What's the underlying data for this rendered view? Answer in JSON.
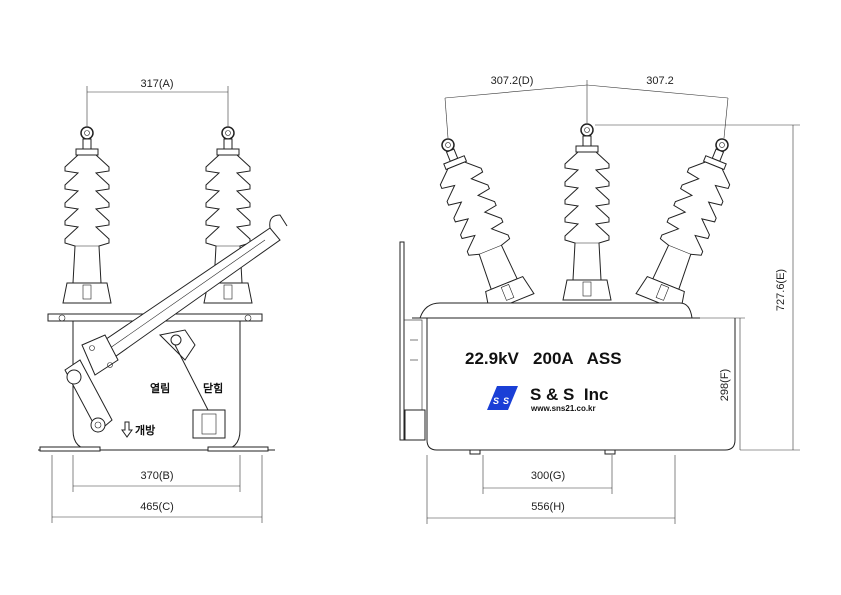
{
  "dimensions": {
    "a": "317(A)",
    "b": "370(B)",
    "c": "465(C)",
    "d": "307.2(D)",
    "d2": "307.2",
    "e": "727.6(E)",
    "f": "298(F)",
    "g": "300(G)",
    "h": "556(H)"
  },
  "side_view": {
    "open_label": "열림",
    "close_label": "닫힘",
    "release_label": "개방"
  },
  "front_view": {
    "rating": "22.9kV   200A   ASS",
    "brand": "S & S  Inc",
    "url": "www.sns21.co.kr",
    "logo_color": "#1a3fd6"
  }
}
